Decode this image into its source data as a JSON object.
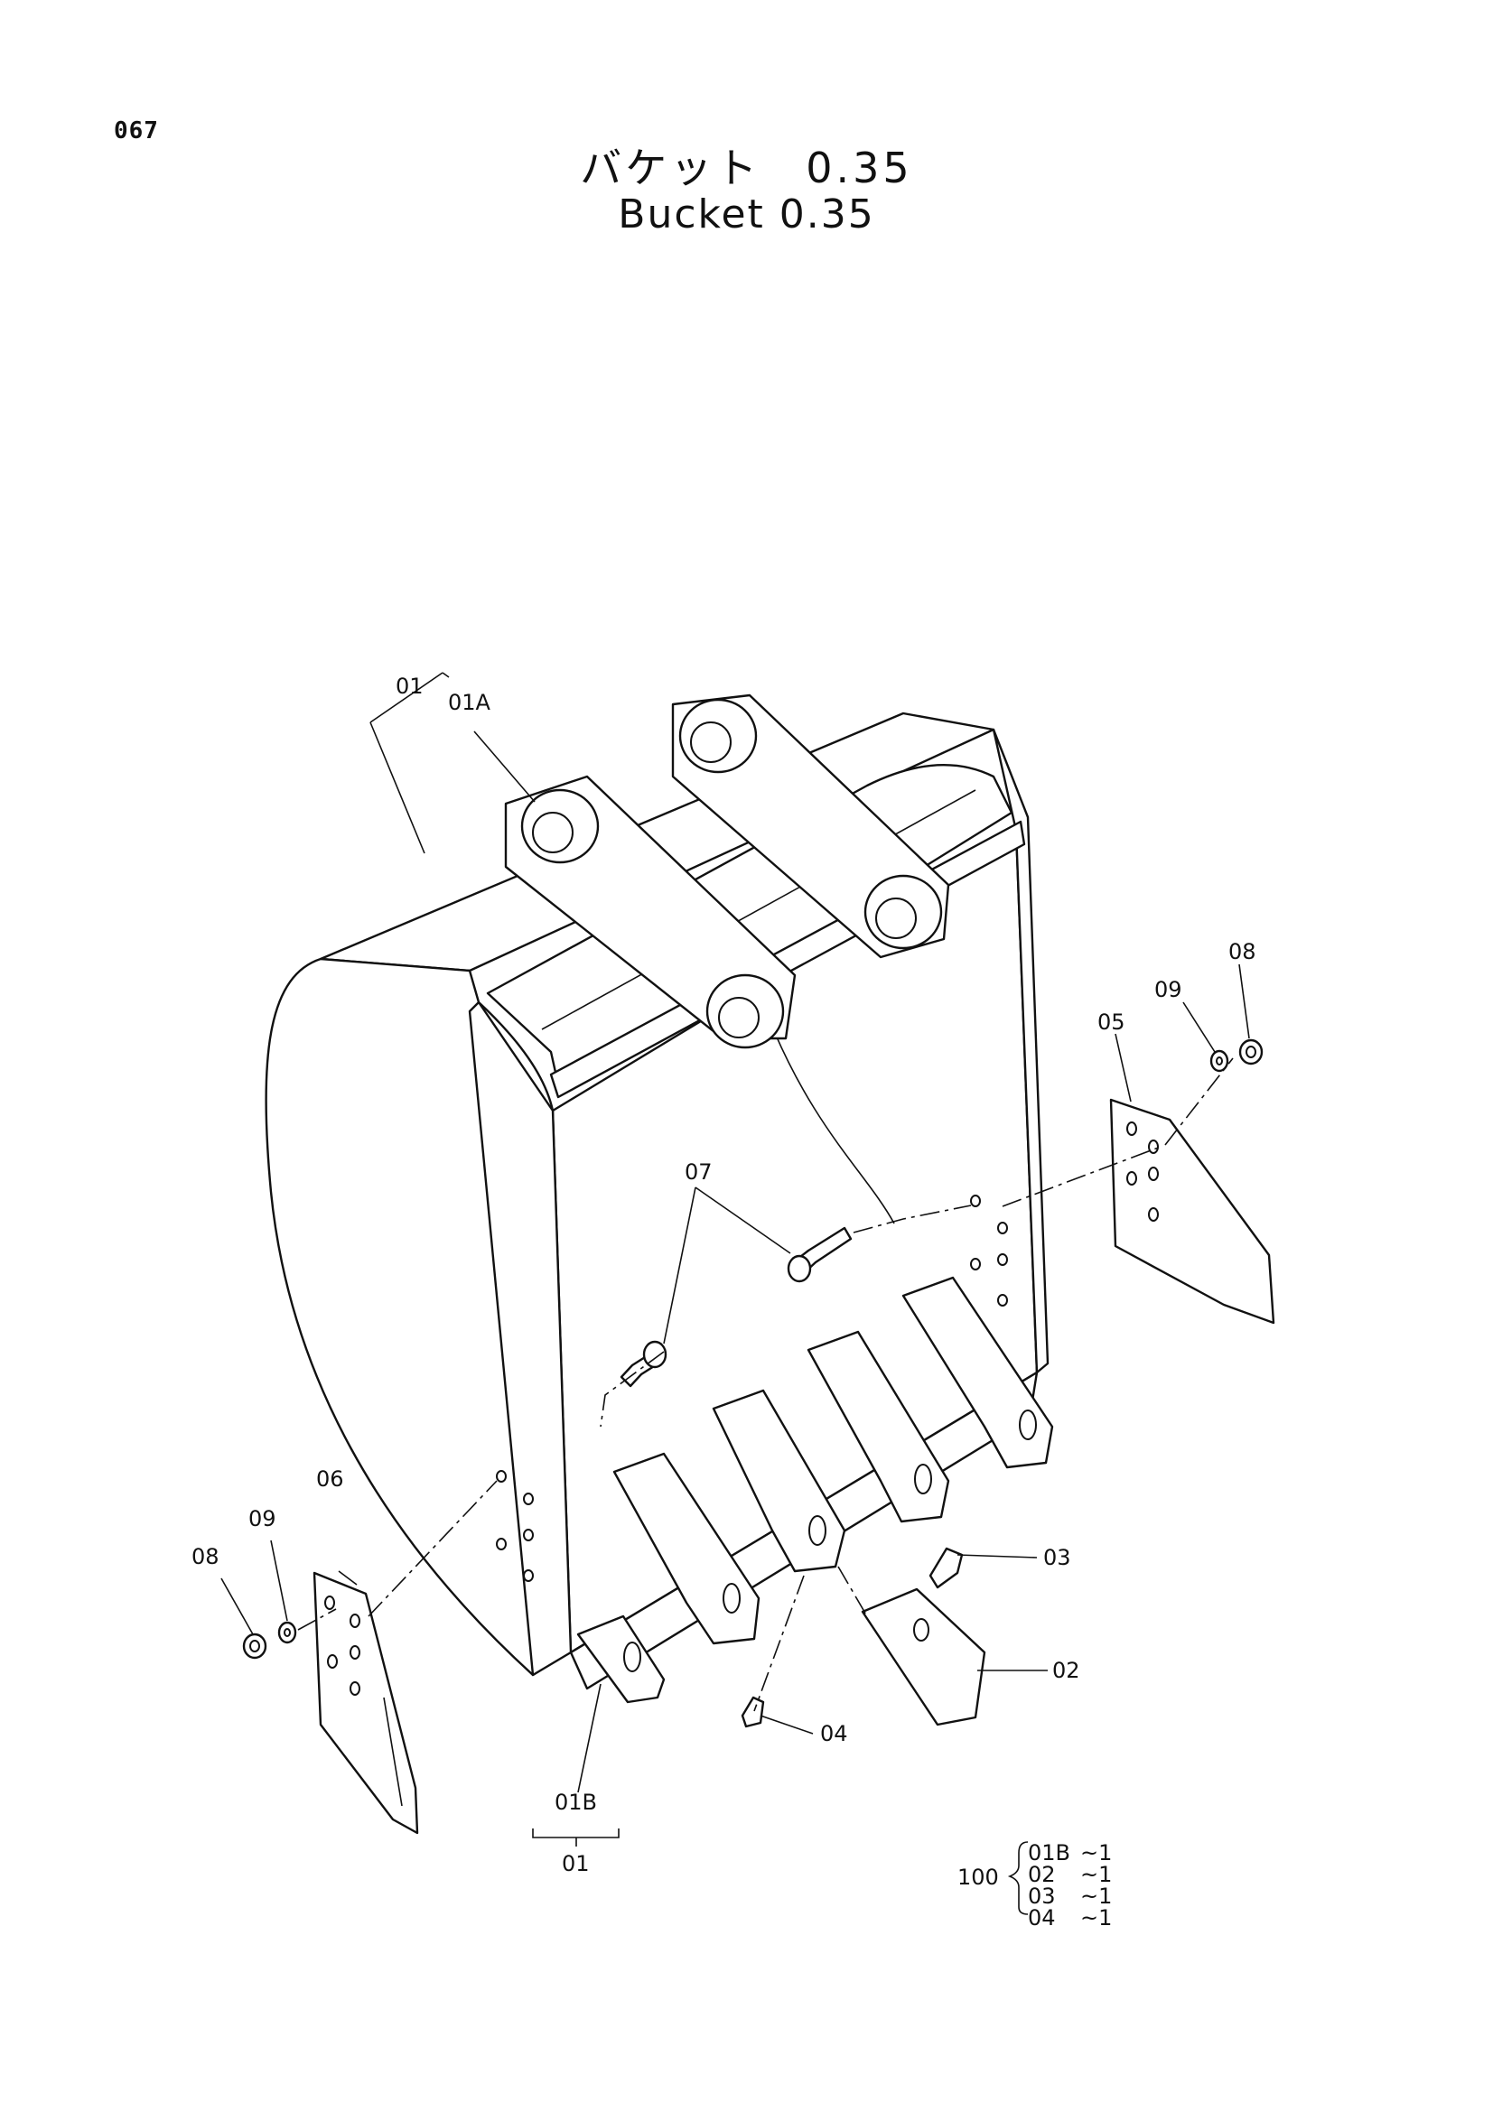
{
  "page_number": "067",
  "title_jp": "バケット　0.35",
  "title_en": "Bucket 0.35",
  "callouts": {
    "c01_top": "01",
    "c01a": "01A",
    "c08_right": "08",
    "c09_right": "09",
    "c05": "05",
    "c07": "07",
    "c06": "06",
    "c09_left": "09",
    "c08_left": "08",
    "c03": "03",
    "c02": "02",
    "c04": "04",
    "c01b": "01B",
    "c01_bottom": "01"
  },
  "kit": {
    "number": "100",
    "items": [
      {
        "part": "01B",
        "qty": "~1"
      },
      {
        "part": "02",
        "qty": "~1"
      },
      {
        "part": "03",
        "qty": "~1"
      },
      {
        "part": "04",
        "qty": "~1"
      }
    ]
  }
}
